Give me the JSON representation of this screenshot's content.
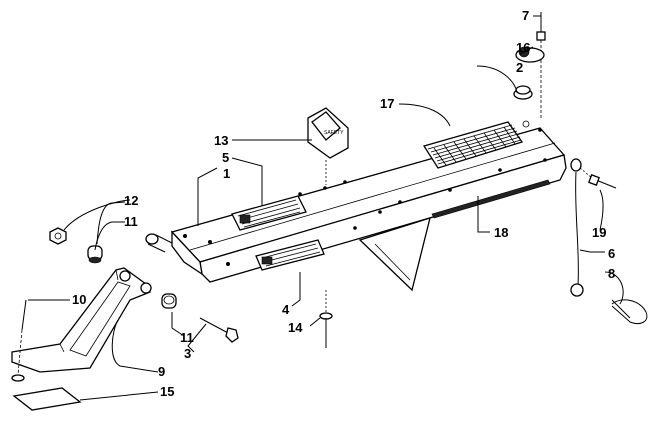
{
  "diagram": {
    "callouts": [
      {
        "id": "c1",
        "label": "1"
      },
      {
        "id": "c2",
        "label": "2"
      },
      {
        "id": "c3",
        "label": "3"
      },
      {
        "id": "c4",
        "label": "4"
      },
      {
        "id": "c5",
        "label": "5"
      },
      {
        "id": "c6",
        "label": "6"
      },
      {
        "id": "c7",
        "label": "7"
      },
      {
        "id": "c8",
        "label": "8"
      },
      {
        "id": "c9",
        "label": "9"
      },
      {
        "id": "c10",
        "label": "10"
      },
      {
        "id": "c11a",
        "label": "11"
      },
      {
        "id": "c11b",
        "label": "11"
      },
      {
        "id": "c12",
        "label": "12"
      },
      {
        "id": "c13",
        "label": "13"
      },
      {
        "id": "c14",
        "label": "14"
      },
      {
        "id": "c15",
        "label": "15"
      },
      {
        "id": "c16",
        "label": "16"
      },
      {
        "id": "c17",
        "label": "17"
      },
      {
        "id": "c18",
        "label": "18"
      },
      {
        "id": "c19",
        "label": "19"
      }
    ]
  }
}
